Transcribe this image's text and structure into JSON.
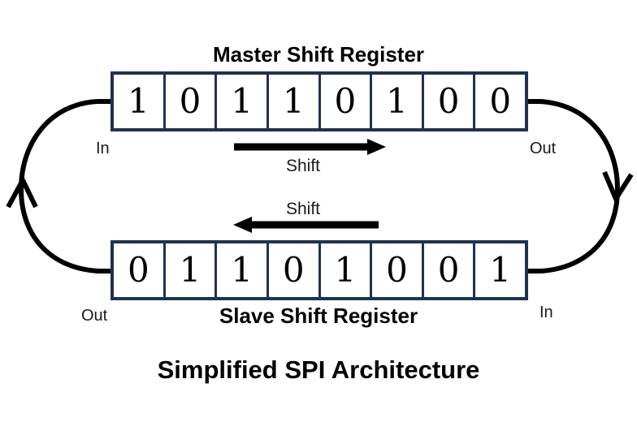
{
  "diagram": {
    "caption": "Simplified SPI Architecture",
    "master": {
      "title": "Master Shift Register",
      "bits": [
        "1",
        "0",
        "1",
        "1",
        "0",
        "1",
        "0",
        "0"
      ],
      "in_label": "In",
      "out_label": "Out",
      "shift_label": "Shift",
      "shift_direction": "right"
    },
    "slave": {
      "title": "Slave Shift Register",
      "bits": [
        "0",
        "1",
        "1",
        "0",
        "1",
        "0",
        "0",
        "1"
      ],
      "in_label": "In",
      "out_label": "Out",
      "shift_label": "Shift",
      "shift_direction": "left"
    },
    "connections": [
      {
        "name": "master-out-to-slave-in",
        "from": "master.out",
        "to": "slave.in",
        "side": "right",
        "arrow_direction": "down"
      },
      {
        "name": "slave-out-to-master-in",
        "from": "slave.out",
        "to": "master.in",
        "side": "left",
        "arrow_direction": "up"
      }
    ],
    "colors": {
      "register_border": "#1F3350",
      "wire": "#000000",
      "text": "#000000",
      "background": "#FFFFFF"
    }
  }
}
